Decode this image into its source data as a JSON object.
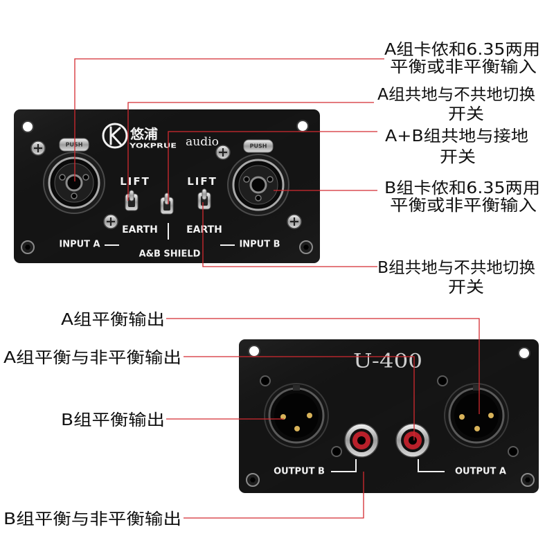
{
  "callouts": {
    "input_a": {
      "line1": "A组卡侬和6.35两用",
      "line2": "平衡或非平衡输入"
    },
    "switch_a": {
      "line1": "A组共地与不共地切换",
      "line2": "开关"
    },
    "switch_ab": {
      "line1": "A+B组共地与接地",
      "line2": "开关"
    },
    "input_b": {
      "line1": "B组卡侬和6.35两用",
      "line2": "平衡或非平衡输入"
    },
    "switch_b": {
      "line1": "B组共地与不共地切换",
      "line2": "开关"
    },
    "output_a_balanced": "A组平衡输出",
    "output_a_mixed": "A组平衡与非平衡输出",
    "output_b_balanced": "B组平衡输出",
    "output_b_mixed": "B组平衡与非平衡输出"
  },
  "input_panel": {
    "logo": {
      "chinese": "悠浦",
      "english": "YOKPRUE",
      "suffix": "audio",
      "mark": "brand-logo-icon"
    },
    "jack_a": {
      "latch": "PUSH"
    },
    "jack_b": {
      "latch": "PUSH"
    },
    "switch_a": {
      "top": "LIFT",
      "bottom": "EARTH"
    },
    "switch_b": {
      "top": "LIFT",
      "bottom": "EARTH"
    },
    "label_input_a": "INPUT A",
    "label_shield": "A&B SHIELD",
    "label_input_b": "INPUT B"
  },
  "output_panel": {
    "model": "U-400",
    "label_output_b": "OUTPUT B",
    "label_output_a": "OUTPUT A"
  },
  "colors": {
    "callout_line": "#d42a30",
    "panel": "#151515",
    "panel_text": "#f2f2f2",
    "rca_accent": "#b8202a",
    "pin": "#d8b35a"
  }
}
